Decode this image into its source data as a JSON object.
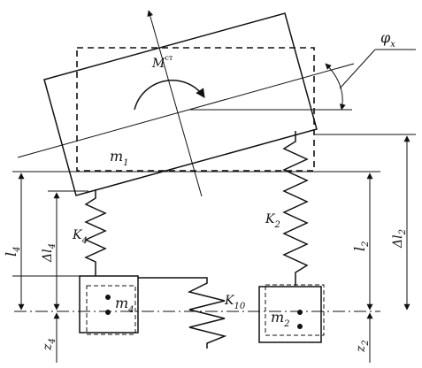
{
  "labels": {
    "phi": "φ",
    "phi_sub": "x",
    "moment": "M",
    "moment_sup": "ст",
    "m1": "m",
    "m1_sub": "1",
    "m4": "m",
    "m4_sub": "4",
    "m2": "m",
    "m2_sub": "2",
    "K4": "K",
    "K4_sub": "4",
    "K2": "K",
    "K2_sub": "2",
    "K10": "K",
    "K10_sub": "10",
    "l4": "l",
    "l4_sub": "4",
    "dl4": "Δl",
    "dl4_sub": "4",
    "l2": "l",
    "l2_sub": "2",
    "dl2": "Δl",
    "dl2_sub": "2",
    "z4": "z",
    "z4_sub": "4",
    "z2": "z",
    "z2_sub": "2"
  }
}
